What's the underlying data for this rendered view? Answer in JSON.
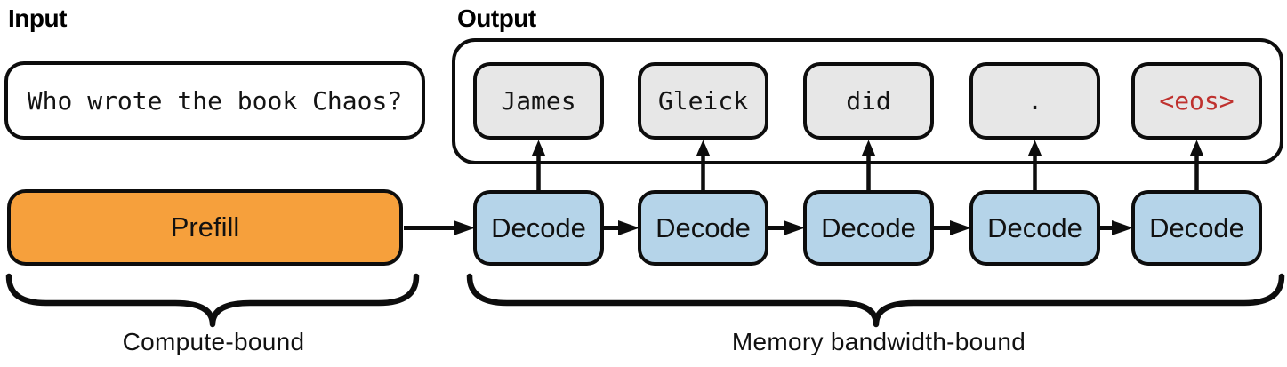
{
  "diagram": {
    "input_heading": "Input",
    "output_heading": "Output",
    "input_text": "Who wrote the book Chaos?",
    "prefill_label": "Prefill",
    "decode_label": "Decode",
    "output_tokens": [
      {
        "text": "James",
        "color": "#141414"
      },
      {
        "text": "Gleick",
        "color": "#141414"
      },
      {
        "text": "did",
        "color": "#141414"
      },
      {
        "text": ".",
        "color": "#141414"
      },
      {
        "text": "<eos>",
        "color": "#bf312e"
      }
    ],
    "brace_labels": {
      "left": "Compute-bound",
      "right": "Memory bandwidth-bound"
    },
    "colors": {
      "prefill_fill": "#f6a03c",
      "decode_fill": "#b5d4e9",
      "token_fill": "#e7e7e7",
      "eos_text": "#bf312e",
      "stroke": "#0d0d0d"
    }
  }
}
